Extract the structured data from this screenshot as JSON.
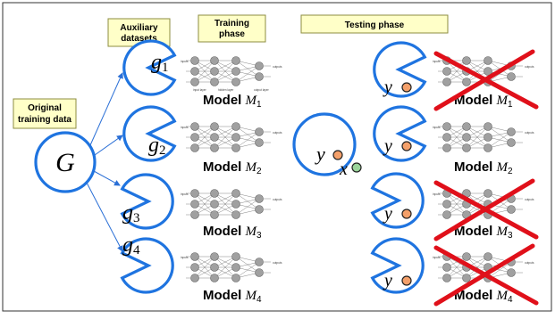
{
  "labels": {
    "original": [
      "Original",
      "training data"
    ],
    "auxiliary": [
      "Auxiliary",
      "datasets"
    ],
    "training": [
      "Training",
      "phase"
    ],
    "testing": "Testing phase"
  },
  "symbols": {
    "G": "G",
    "g1": "g",
    "g1_sub": "1",
    "g2": "g",
    "g2_sub": "2",
    "g3": "g",
    "g3_sub": "3",
    "g4": "g",
    "g4_sub": "4",
    "y": "y",
    "x": "x"
  },
  "models": [
    {
      "prefix": "Model ",
      "M": "M",
      "sub": "1"
    },
    {
      "prefix": "Model ",
      "M": "M",
      "sub": "2"
    },
    {
      "prefix": "Model ",
      "M": "M",
      "sub": "3"
    },
    {
      "prefix": "Model ",
      "M": "M",
      "sub": "4"
    }
  ],
  "test_models": [
    {
      "prefix": "Model ",
      "M": "M",
      "sub": "1",
      "crossed": true
    },
    {
      "prefix": "Model ",
      "M": "M",
      "sub": "2",
      "crossed": false
    },
    {
      "prefix": "Model ",
      "M": "M",
      "sub": "3",
      "crossed": true
    },
    {
      "prefix": "Model ",
      "M": "M",
      "sub": "4",
      "crossed": true
    }
  ],
  "nn": {
    "inputs": "inputs",
    "outputs": "outputs",
    "input_layer": "input layer",
    "hidden_layer": "hidden layer",
    "output_layer": "output layer"
  },
  "colors": {
    "circle": "#1f74e0",
    "label_box": "#ffffc8",
    "point_y": "#f4a06a",
    "point_x": "#9ad49a",
    "cross": "#e0101a"
  }
}
